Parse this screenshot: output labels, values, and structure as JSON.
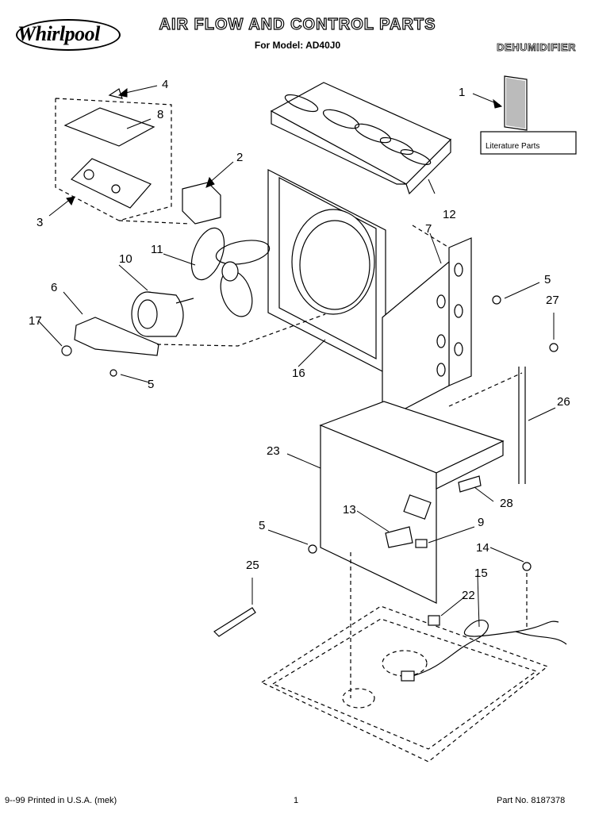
{
  "header": {
    "brand": "Whirlpool",
    "title": "AIR FLOW AND CONTROL PARTS",
    "model_line": "For Model: AD40J0",
    "category": "DEHUMIDIFIER"
  },
  "literature_label": "Literature Parts",
  "callouts": [
    "1",
    "2",
    "3",
    "4",
    "5",
    "5",
    "5",
    "6",
    "7",
    "8",
    "9",
    "10",
    "11",
    "12",
    "13",
    "14",
    "15",
    "16",
    "17",
    "22",
    "23",
    "25",
    "26",
    "27",
    "28"
  ],
  "footer": {
    "left": "9--99 Printed in U.S.A. (mek)",
    "center": "1",
    "right": "Part No. 8187378"
  }
}
